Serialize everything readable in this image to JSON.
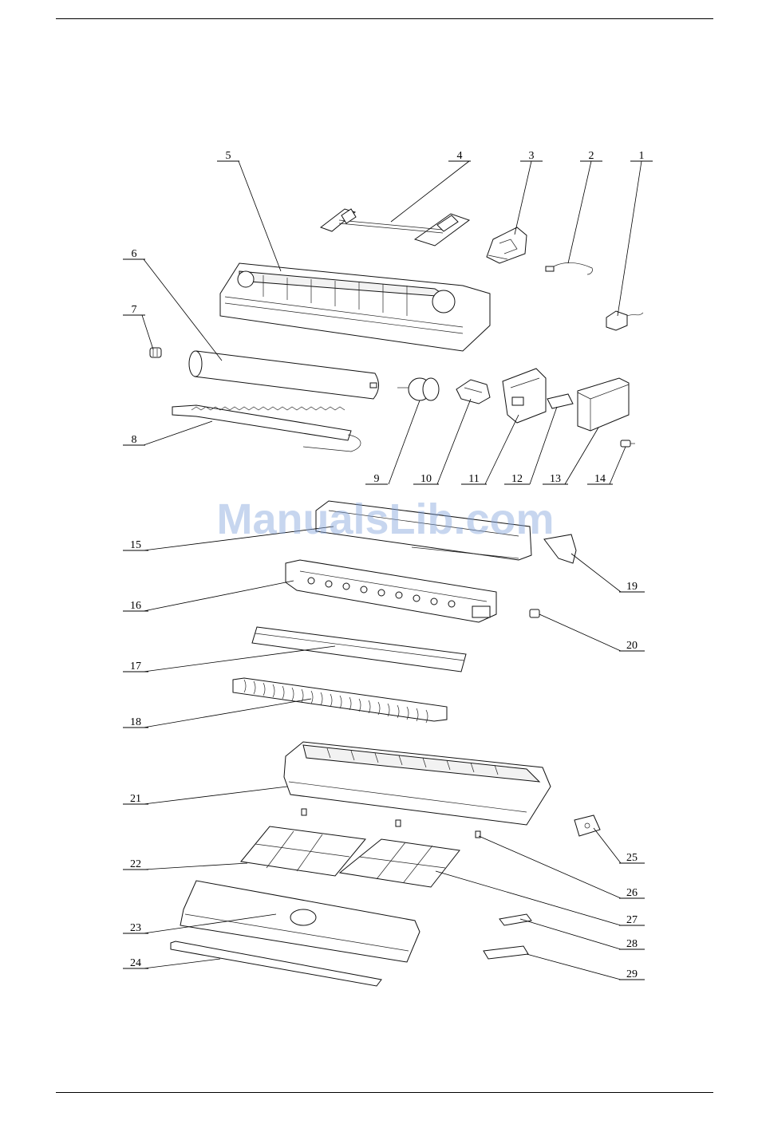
{
  "watermark": "ManualsLib.com",
  "callouts": [
    {
      "num": "1"
    },
    {
      "num": "2"
    },
    {
      "num": "3"
    },
    {
      "num": "4"
    },
    {
      "num": "5"
    },
    {
      "num": "6"
    },
    {
      "num": "7"
    },
    {
      "num": "8"
    },
    {
      "num": "9"
    },
    {
      "num": "10"
    },
    {
      "num": "11"
    },
    {
      "num": "12"
    },
    {
      "num": "13"
    },
    {
      "num": "14"
    },
    {
      "num": "15"
    },
    {
      "num": "16"
    },
    {
      "num": "17"
    },
    {
      "num": "18"
    },
    {
      "num": "19"
    },
    {
      "num": "20"
    },
    {
      "num": "21"
    },
    {
      "num": "22"
    },
    {
      "num": "23"
    },
    {
      "num": "24"
    },
    {
      "num": "25"
    },
    {
      "num": "26"
    },
    {
      "num": "27"
    },
    {
      "num": "28"
    },
    {
      "num": "29"
    }
  ]
}
